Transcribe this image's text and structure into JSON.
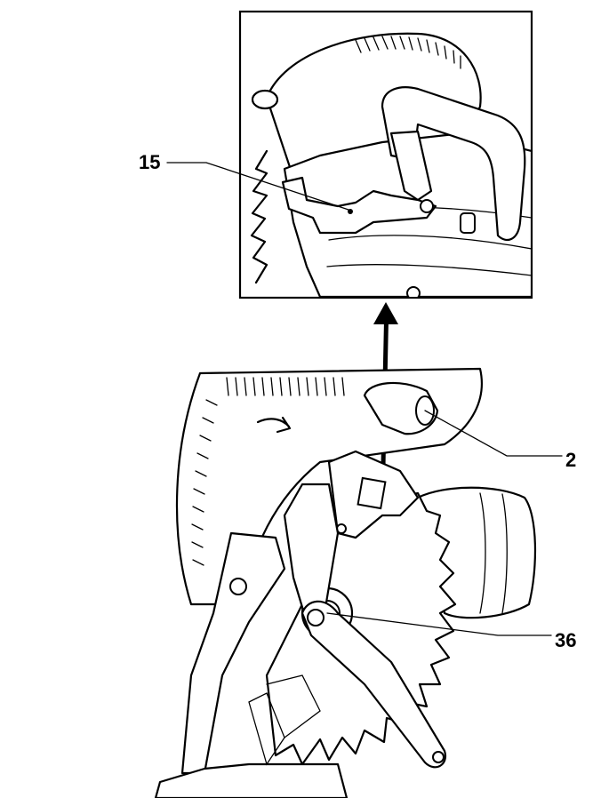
{
  "figure": {
    "callouts": [
      {
        "id": "15",
        "label": "15"
      },
      {
        "id": "2",
        "label": "2"
      },
      {
        "id": "36",
        "label": "36"
      }
    ],
    "colors": {
      "ink": "#000000",
      "background": "#ffffff"
    }
  }
}
